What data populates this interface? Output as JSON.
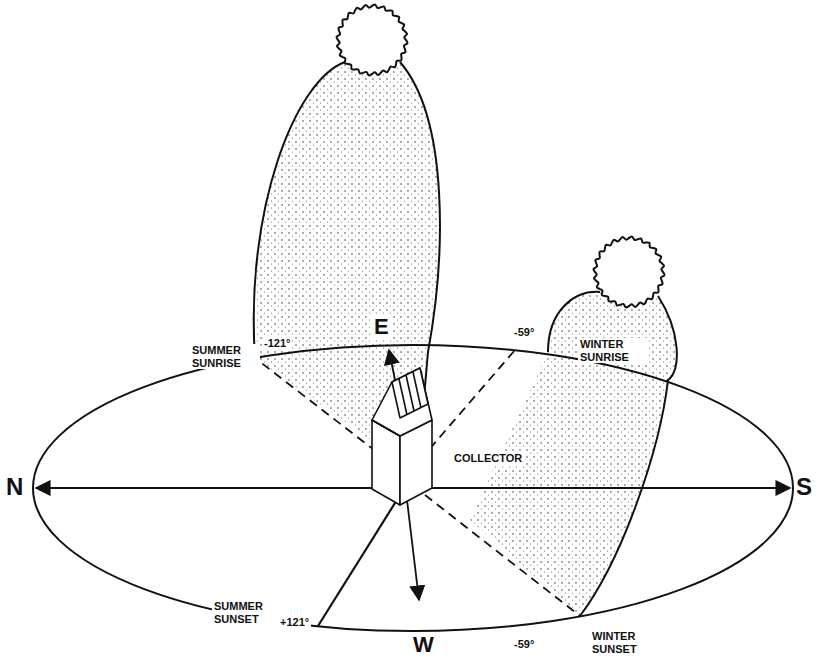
{
  "diagram": {
    "labels": [
      "SUMMER SUNRISE",
      "-121°",
      "E",
      "-59°",
      "WINTER SUNRISE",
      "N",
      "S",
      "COLLECTOR",
      "SUMMER SUNSET",
      "+121°",
      "W",
      "-59°",
      "WINTER SUNSET"
    ]
  }
}
